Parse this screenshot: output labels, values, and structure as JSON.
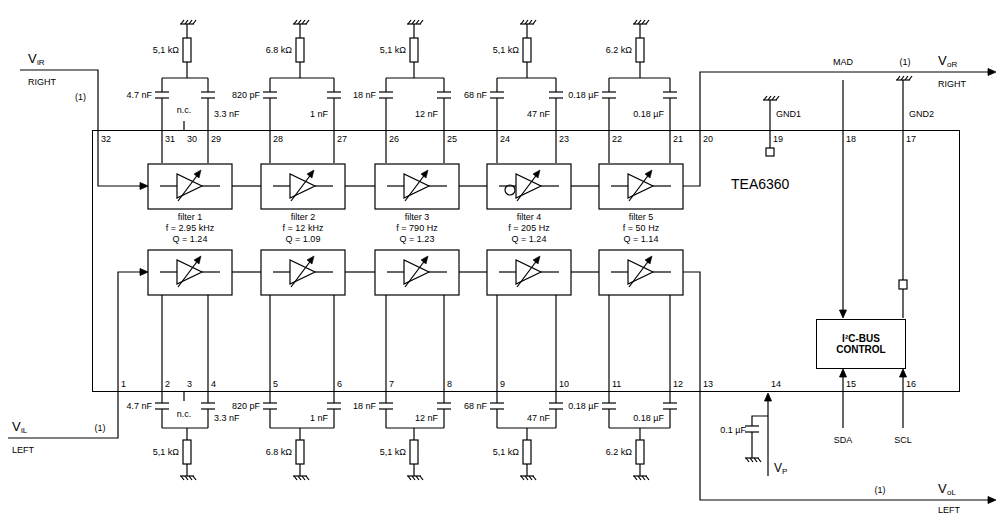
{
  "diagram": {
    "nodes": [
      {
        "text": [
          "TEA6360"
        ]
      },
      {
        "text": [
          "I²C-BUS CONTROL"
        ],
        "in": 0
      }
    ],
    "labels": [
      "V",
      "iR",
      "RIGHT",
      "(1)",
      "32",
      "31",
      "30",
      "29",
      "28",
      "27",
      "26",
      "25",
      "24",
      "23",
      "22",
      "21",
      "20",
      "19",
      "18",
      "17",
      "5,1 kΩ",
      "4.7 nF",
      "n.c.",
      "3.3 nF",
      "6.8 kΩ",
      "820 pF",
      "1 nF",
      "5,1 kΩ",
      "18 nF",
      "12 nF",
      "5,1 kΩ",
      "68 nF",
      "47 nF",
      "6.2 kΩ",
      "0.18 µF",
      "0.18 µF",
      "(1)",
      "V",
      "oR",
      "RIGHT",
      "GND1",
      "MAD",
      "GND2",
      "filter 1",
      "f = 2.95 kHz",
      "Q = 1.24",
      "filter 2",
      "f = 12 kHz",
      "Q = 1.09",
      "filter 3",
      "f = 790 Hz",
      "Q = 1.23",
      "filter 4",
      "f = 205 Hz",
      "Q = 1.24",
      "filter 5",
      "f = 50 Hz",
      "Q = 1.14",
      "1",
      "2",
      "3",
      "4",
      "5",
      "6",
      "7",
      "8",
      "9",
      "10",
      "11",
      "12",
      "13",
      "14",
      "15",
      "16",
      "4.7 nF",
      "n.c.",
      "3.3 nF",
      "5,1 kΩ",
      "820 pF",
      "1 nF",
      "6.8 kΩ",
      "18 nF",
      "12 nF",
      "5,1 kΩ",
      "68 nF",
      "47 nF",
      "5,1 kΩ",
      "0.18 µF",
      "0.18 µF",
      "6.2 kΩ",
      "0.1 µF",
      "V",
      "P",
      "SDA",
      "SCL",
      "(1)",
      "V",
      "iL",
      "LEFT",
      "(1)",
      "V",
      "oL",
      "LEFT"
    ]
  }
}
